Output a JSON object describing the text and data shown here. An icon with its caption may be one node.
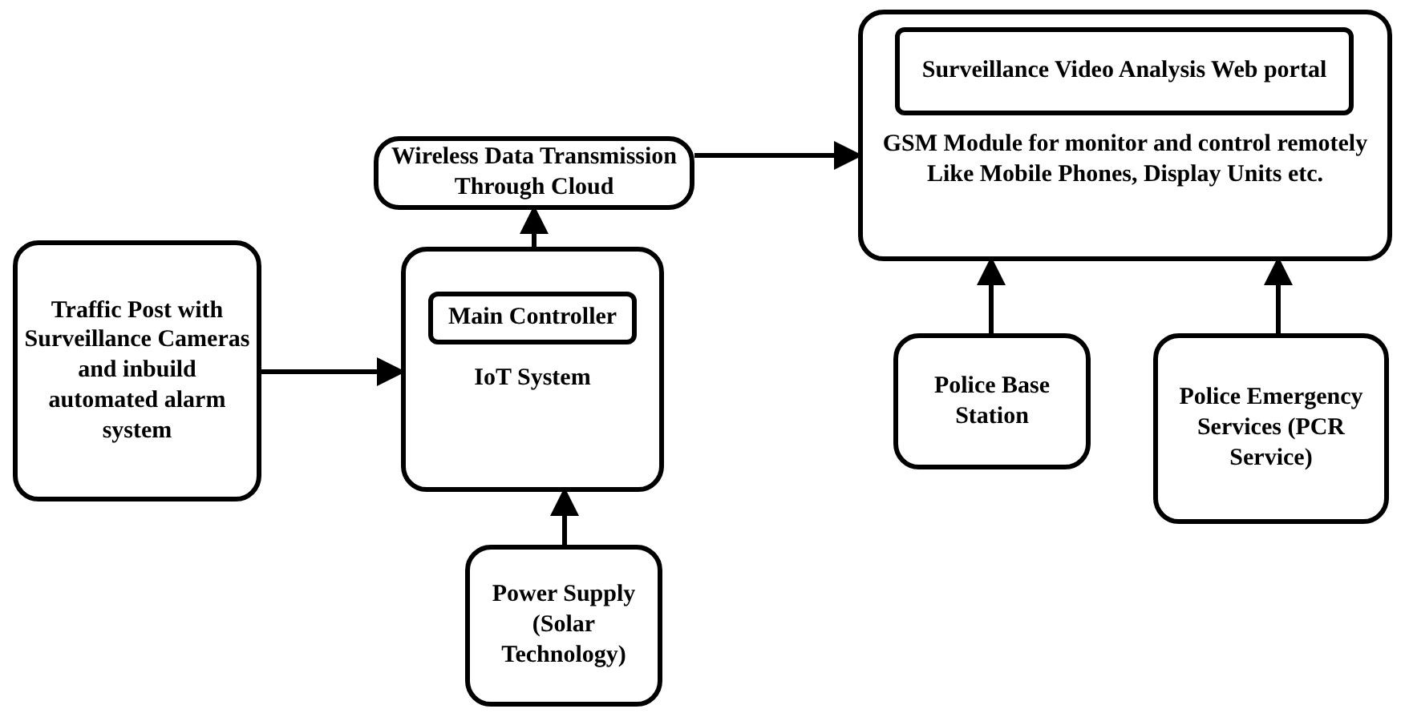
{
  "diagram": {
    "nodes": [
      {
        "text": [
          "Traffic Post with Surveillance Cameras and inbuild automated alarm system"
        ]
      },
      {
        "text": [
          "IoT System"
        ]
      },
      {
        "text": [
          "Main Controller"
        ],
        "in": 1
      },
      {
        "text": [
          "Wireless Data Transmission Through Cloud"
        ]
      },
      {
        "text": [
          "GSM Module for monitor and control remotely Like Mobile Phones, Display Units etc."
        ]
      },
      {
        "text": [
          "Surveillance Video Analysis Web portal"
        ],
        "in": 4
      },
      {
        "text": [
          "Police Base Station"
        ]
      },
      {
        "text": [
          "Police Emergency Services (PCR Service)"
        ]
      },
      {
        "text": [
          "Power Supply (Solar Technology)"
        ]
      }
    ],
    "edges": [
      {
        "from": 0,
        "to": 1,
        "arrow": "to"
      },
      {
        "from": 8,
        "to": 1,
        "arrow": "to"
      },
      {
        "from": 1,
        "to": 3,
        "arrow": "to"
      },
      {
        "from": 3,
        "to": 4,
        "arrow": "to"
      },
      {
        "from": 6,
        "to": 4,
        "arrow": "to"
      },
      {
        "from": 7,
        "to": 4,
        "arrow": "to"
      }
    ]
  }
}
